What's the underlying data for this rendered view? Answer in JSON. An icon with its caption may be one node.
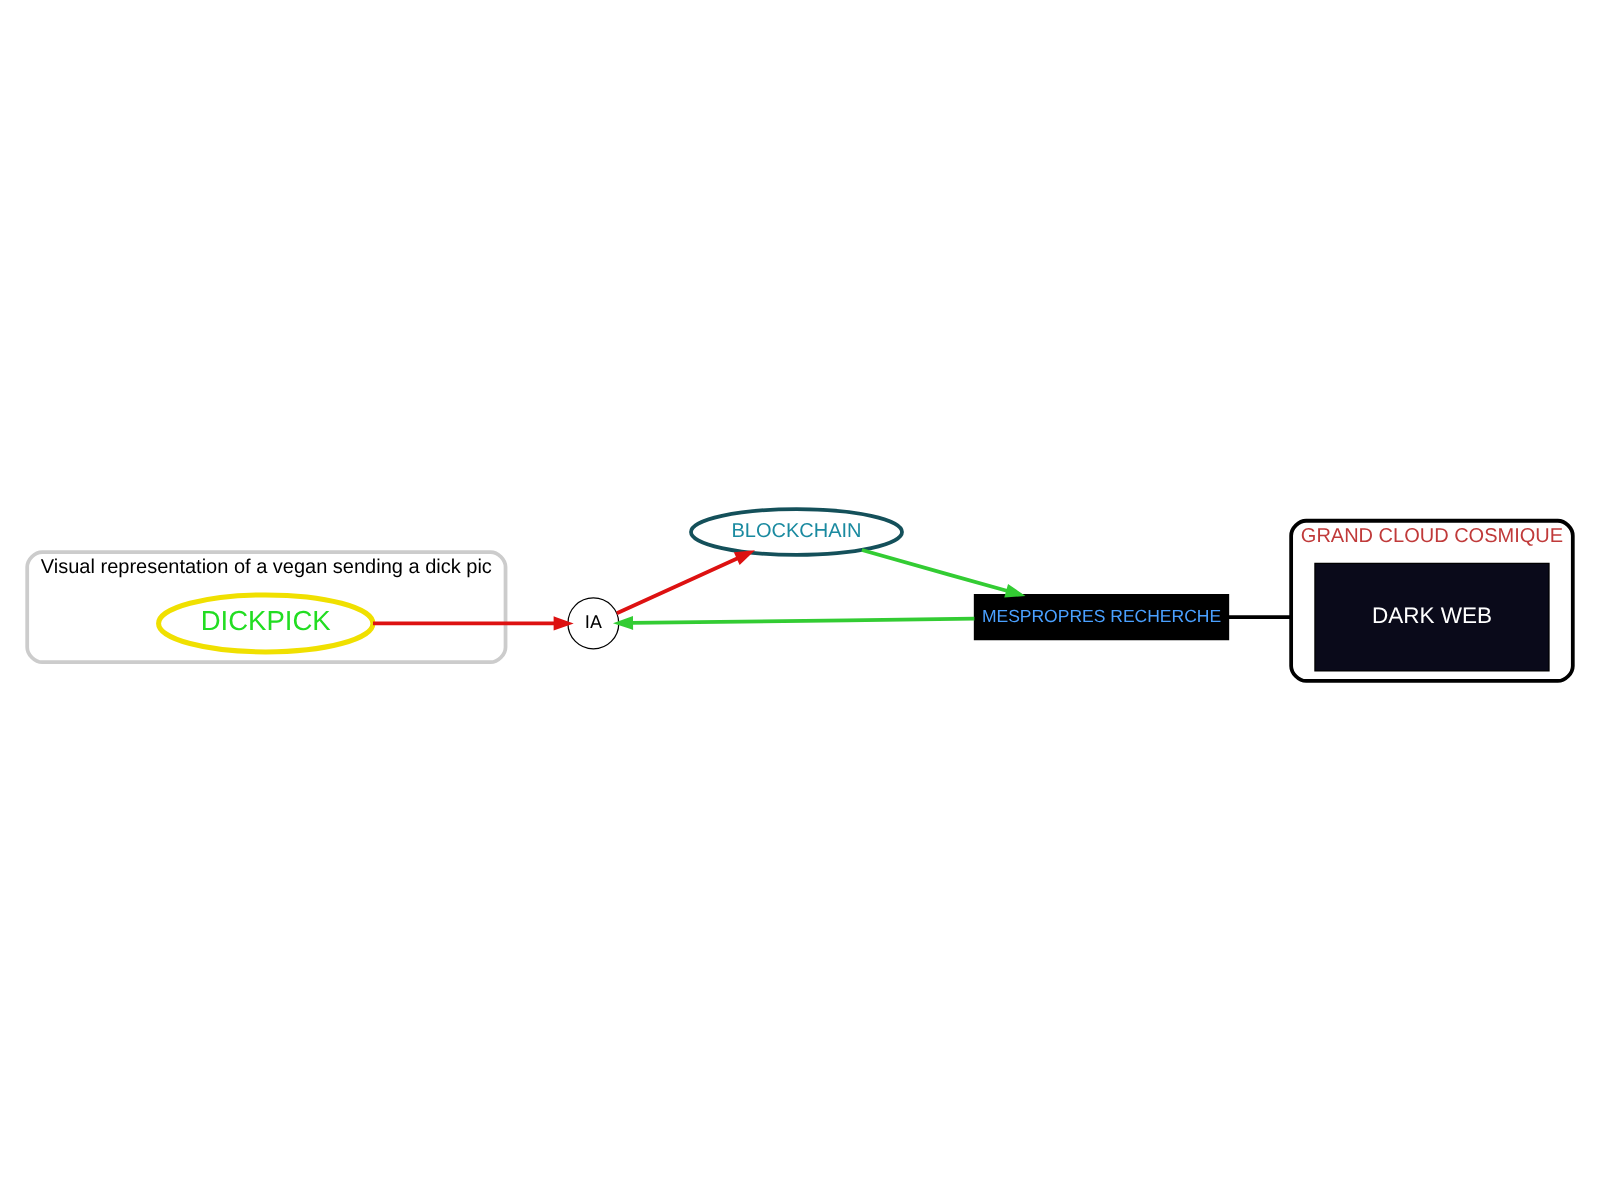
{
  "diagram": {
    "nodes": [
      {
        "text": [
          "Visual representation of a vegan sending a dick pic"
        ]
      },
      {
        "text": [
          "DICKPICK"
        ],
        "in": 0
      },
      {
        "text": [
          "IA"
        ]
      },
      {
        "text": [
          "BLOCKCHAIN"
        ]
      },
      {
        "text": [
          "MESPROPRES RECHERCHE"
        ]
      },
      {
        "text": [
          "GRAND CLOUD COSMIQUE"
        ]
      },
      {
        "text": [
          "DARK WEB"
        ],
        "in": 5
      }
    ],
    "edges": [
      {
        "from": 1,
        "to": 2,
        "arrow": "to",
        "color": "#dd1111"
      },
      {
        "from": 2,
        "to": 3,
        "arrow": "to",
        "color": "#dd1111"
      },
      {
        "from": 3,
        "to": 4,
        "arrow": "to",
        "color": "#33cc33"
      },
      {
        "from": 4,
        "to": 2,
        "arrow": "to",
        "color": "#33cc33"
      },
      {
        "from": 4,
        "to": 5,
        "arrow": "none",
        "color": "#000000"
      }
    ]
  }
}
